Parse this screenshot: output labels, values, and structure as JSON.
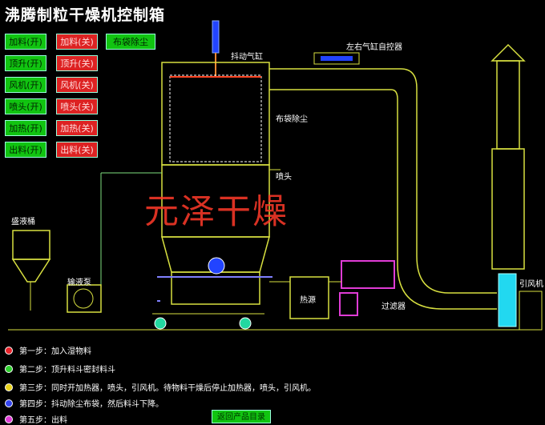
{
  "title": "沸腾制粒干燥机控制箱",
  "buttons_on": [
    "加料(开)",
    "顶升(开)",
    "风机(开)",
    "喷头(开)",
    "加热(开)",
    "出料(开)"
  ],
  "buttons_off": [
    "加料(关)",
    "顶升(关)",
    "风机(关)",
    "喷头(关)",
    "加热(关)",
    "出料(关)"
  ],
  "dust_button": "布袋除尘",
  "labels": {
    "vibrator": "抖动气缸",
    "auto_controller": "左右气缸自控器",
    "bag_filter": "布袋除尘",
    "nozzle": "喷头",
    "liquid_tank": "盛液桶",
    "pump": "输液泵",
    "heat_source": "热源",
    "filter": "过滤器",
    "fan": "引风机"
  },
  "brand": "元泽干燥",
  "steps": [
    {
      "num": "1",
      "color": "#e8222a",
      "text": "第一步：加入湿物料"
    },
    {
      "num": "2",
      "color": "#2ed02e",
      "text": "第二步：顶升料斗密封料斗"
    },
    {
      "num": "3",
      "color": "#e8d21c",
      "text": "第三步：同时开加热器，喷头，引风机。待物料干燥后停止加热器，喷头，引风机。"
    },
    {
      "num": "4",
      "color": "#3344ee",
      "text": "第四步：抖动除尘布袋，然后料斗下降。"
    },
    {
      "num": "5",
      "color": "#e03cd6",
      "text": "第五步：出料"
    }
  ],
  "return_button": "返回产品目录"
}
